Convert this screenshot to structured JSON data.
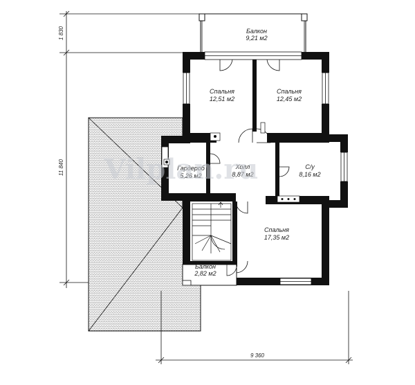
{
  "rooms": {
    "balcony_top": {
      "name": "Балкон",
      "area": "9,21 м2"
    },
    "bedroom_left": {
      "name": "Спальня",
      "area": "12,51 м2"
    },
    "bedroom_right": {
      "name": "Спальня",
      "area": "12,45 м2"
    },
    "wardrobe": {
      "name": "Гардероб",
      "area": "5,26 м2"
    },
    "hall": {
      "name": "Холл",
      "area": "8,87 м2"
    },
    "bathroom": {
      "name": "С/у",
      "area": "8,16 м2"
    },
    "bedroom_big": {
      "name": "Спальня",
      "area": "17,35 м2"
    },
    "balcony_small": {
      "name": "Балкон",
      "area": "2,82 м2"
    }
  },
  "dimensions": {
    "top_vertical": "1 830",
    "left_vertical": "11 840",
    "bottom_horizontal": "9 360"
  },
  "watermark": "Vilplan.ru"
}
